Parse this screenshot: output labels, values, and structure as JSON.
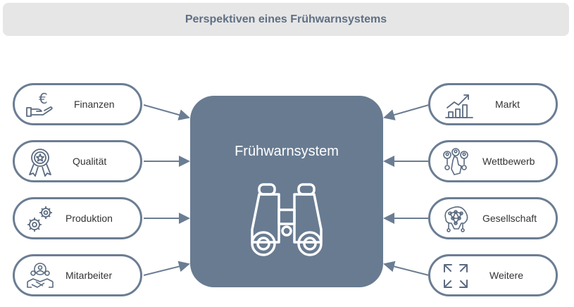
{
  "header": {
    "title": "Perspektiven eines Frühwarnsystems"
  },
  "center": {
    "title": "Frühwarnsystem",
    "icon": "binoculars-icon"
  },
  "left_items": [
    {
      "label": "Finanzen",
      "icon": "euro-hand-icon"
    },
    {
      "label": "Qualität",
      "icon": "award-star-icon"
    },
    {
      "label": "Produktion",
      "icon": "gears-icon"
    },
    {
      "label": "Mitarbeiter",
      "icon": "team-handshake-icon"
    }
  ],
  "right_items": [
    {
      "label": "Markt",
      "icon": "growth-chart-icon"
    },
    {
      "label": "Wettbewerb",
      "icon": "competitors-icon"
    },
    {
      "label": "Gesellschaft",
      "icon": "network-brain-icon"
    },
    {
      "label": "Weitere",
      "icon": "expand-arrows-icon"
    }
  ],
  "colors": {
    "accent": "#687b91",
    "outline": "#6b7d93",
    "header_bg": "#e6e6e6",
    "header_text": "#5f6f84"
  }
}
